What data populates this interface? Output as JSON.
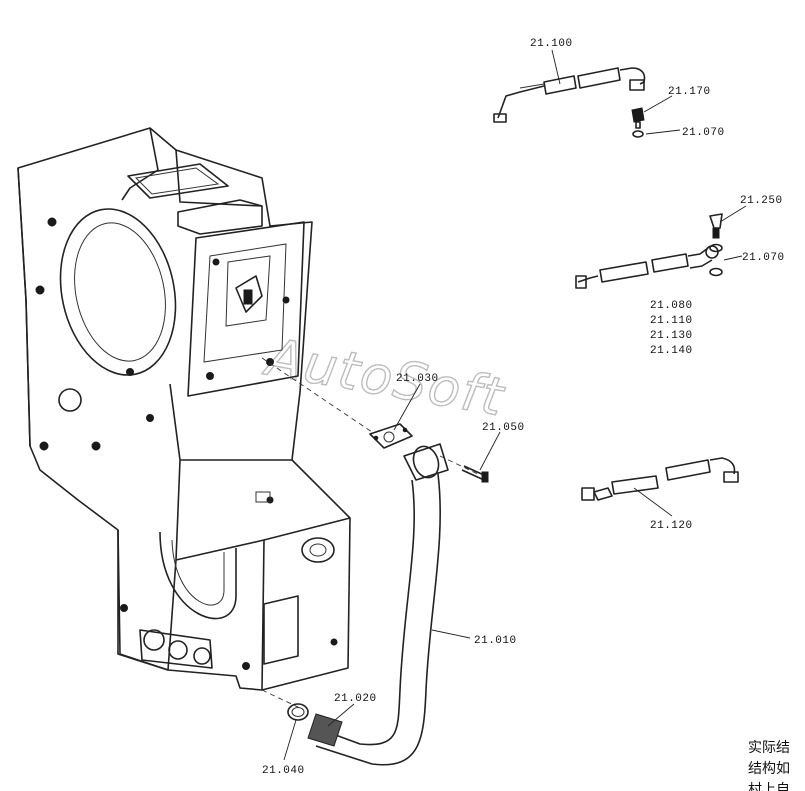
{
  "callouts": [
    {
      "id": "21.100",
      "text": "21.100"
    },
    {
      "id": "21.170",
      "text": "21.170"
    },
    {
      "id": "21.070a",
      "text": "21.070"
    },
    {
      "id": "21.250",
      "text": "21.250"
    },
    {
      "id": "21.070b",
      "text": "21.070"
    },
    {
      "id": "21.080",
      "text": "21.080"
    },
    {
      "id": "21.110",
      "text": "21.110"
    },
    {
      "id": "21.130",
      "text": "21.130"
    },
    {
      "id": "21.140",
      "text": "21.140"
    },
    {
      "id": "21.030",
      "text": "21.030"
    },
    {
      "id": "21.050",
      "text": "21.050"
    },
    {
      "id": "21.120",
      "text": "21.120"
    },
    {
      "id": "21.010",
      "text": "21.010"
    },
    {
      "id": "21.020",
      "text": "21.020"
    },
    {
      "id": "21.040",
      "text": "21.040"
    }
  ],
  "watermark": "AutoSoft",
  "note_lines": [
    "实际结",
    "结构如",
    "村上自"
  ]
}
